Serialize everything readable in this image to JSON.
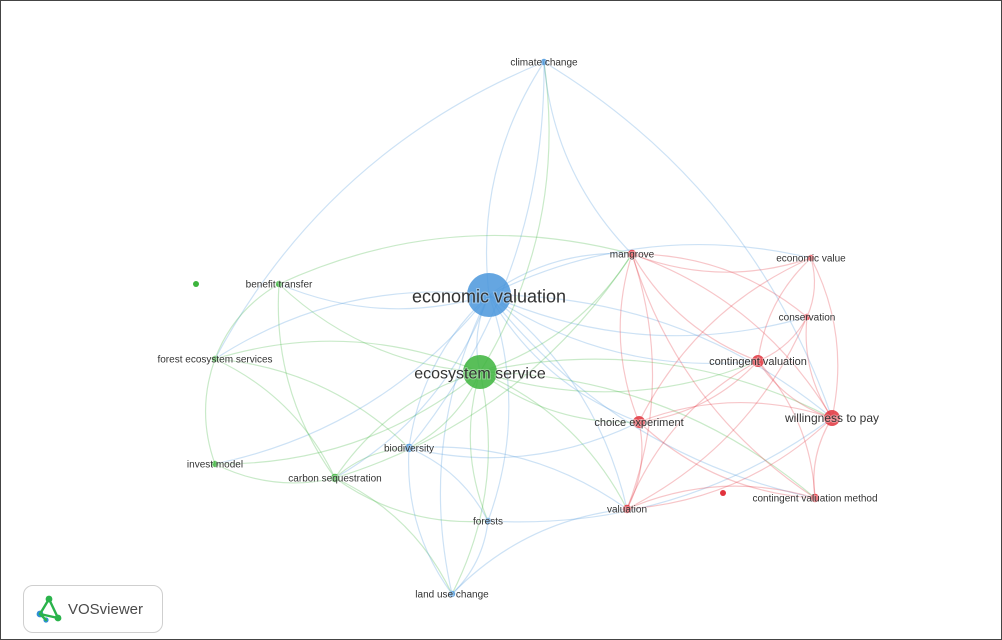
{
  "clusters": {
    "red": "#e1323c",
    "green": "#3cb43c",
    "blue": "#4a96dc"
  },
  "nodes": [
    {
      "id": "climate-change",
      "label": "climate change",
      "cluster": "blue",
      "weight": 1
    },
    {
      "id": "economic-valuation",
      "label": "economic valuation",
      "cluster": "blue",
      "weight": 10
    },
    {
      "id": "ecosystem-service",
      "label": "ecosystem service",
      "cluster": "green",
      "weight": 8
    },
    {
      "id": "benefit-transfer",
      "label": "benefit transfer",
      "cluster": "green",
      "weight": 1
    },
    {
      "id": "forest-ecosystem-services",
      "label": "forest ecosystem services",
      "cluster": "green",
      "weight": 1
    },
    {
      "id": "invest-model",
      "label": "invest model",
      "cluster": "green",
      "weight": 1
    },
    {
      "id": "carbon-sequestration",
      "label": "carbon sequestration",
      "cluster": "green",
      "weight": 1.5
    },
    {
      "id": "biodiversity",
      "label": "biodiversity",
      "cluster": "blue",
      "weight": 1.5
    },
    {
      "id": "forests",
      "label": "forests",
      "cluster": "blue",
      "weight": 1
    },
    {
      "id": "land-use-change",
      "label": "land use change",
      "cluster": "blue",
      "weight": 1
    },
    {
      "id": "mangrove",
      "label": "mangrove",
      "cluster": "red",
      "weight": 1.5
    },
    {
      "id": "economic-value",
      "label": "economic value",
      "cluster": "red",
      "weight": 1
    },
    {
      "id": "conservation",
      "label": "conservation",
      "cluster": "red",
      "weight": 1
    },
    {
      "id": "contingent-valuation",
      "label": "contingent valuation",
      "cluster": "red",
      "weight": 2
    },
    {
      "id": "willingness-to-pay",
      "label": "willingness to pay",
      "cluster": "red",
      "weight": 3
    },
    {
      "id": "choice-experiment",
      "label": "choice experiment",
      "cluster": "red",
      "weight": 2
    },
    {
      "id": "valuation",
      "label": "valuation",
      "cluster": "red",
      "weight": 1.5
    },
    {
      "id": "contingent-valuation-method",
      "label": "contingent valuation method",
      "cluster": "red",
      "weight": 1.5
    }
  ],
  "links": [
    [
      "economic-valuation",
      "climate-change"
    ],
    [
      "economic-valuation",
      "ecosystem-service"
    ],
    [
      "economic-valuation",
      "benefit-transfer"
    ],
    [
      "economic-valuation",
      "forest-ecosystem-services"
    ],
    [
      "economic-valuation",
      "carbon-sequestration"
    ],
    [
      "economic-valuation",
      "biodiversity"
    ],
    [
      "economic-valuation",
      "forests"
    ],
    [
      "economic-valuation",
      "land-use-change"
    ],
    [
      "economic-valuation",
      "mangrove"
    ],
    [
      "economic-valuation",
      "contingent-valuation"
    ],
    [
      "economic-valuation",
      "willingness-to-pay"
    ],
    [
      "economic-valuation",
      "choice-experiment"
    ],
    [
      "economic-valuation",
      "valuation"
    ],
    [
      "economic-valuation",
      "contingent-valuation-method"
    ],
    [
      "economic-valuation",
      "economic-value"
    ],
    [
      "economic-valuation",
      "conservation"
    ],
    [
      "economic-valuation",
      "invest-model"
    ],
    [
      "ecosystem-service",
      "climate-change"
    ],
    [
      "ecosystem-service",
      "benefit-transfer"
    ],
    [
      "ecosystem-service",
      "forest-ecosystem-services"
    ],
    [
      "ecosystem-service",
      "invest-model"
    ],
    [
      "ecosystem-service",
      "carbon-sequestration"
    ],
    [
      "ecosystem-service",
      "biodiversity"
    ],
    [
      "ecosystem-service",
      "forests"
    ],
    [
      "ecosystem-service",
      "land-use-change"
    ],
    [
      "ecosystem-service",
      "mangrove"
    ],
    [
      "ecosystem-service",
      "willingness-to-pay"
    ],
    [
      "ecosystem-service",
      "choice-experiment"
    ],
    [
      "ecosystem-service",
      "valuation"
    ],
    [
      "ecosystem-service",
      "contingent-valuation"
    ],
    [
      "ecosystem-service",
      "contingent-valuation-method"
    ],
    [
      "climate-change",
      "mangrove"
    ],
    [
      "climate-change",
      "biodiversity"
    ],
    [
      "climate-change",
      "forest-ecosystem-services"
    ],
    [
      "climate-change",
      "willingness-to-pay"
    ],
    [
      "benefit-transfer",
      "forest-ecosystem-services"
    ],
    [
      "benefit-transfer",
      "mangrove"
    ],
    [
      "benefit-transfer",
      "carbon-sequestration"
    ],
    [
      "forest-ecosystem-services",
      "carbon-sequestration"
    ],
    [
      "forest-ecosystem-services",
      "invest-model"
    ],
    [
      "forest-ecosystem-services",
      "biodiversity"
    ],
    [
      "invest-model",
      "carbon-sequestration"
    ],
    [
      "carbon-sequestration",
      "biodiversity"
    ],
    [
      "carbon-sequestration",
      "forests"
    ],
    [
      "carbon-sequestration",
      "land-use-change"
    ],
    [
      "carbon-sequestration",
      "mangrove"
    ],
    [
      "biodiversity",
      "forests"
    ],
    [
      "biodiversity",
      "land-use-change"
    ],
    [
      "biodiversity",
      "valuation"
    ],
    [
      "biodiversity",
      "choice-experiment"
    ],
    [
      "forests",
      "land-use-change"
    ],
    [
      "forests",
      "willingness-to-pay"
    ],
    [
      "land-use-change",
      "valuation"
    ],
    [
      "mangrove",
      "economic-value"
    ],
    [
      "mangrove",
      "conservation"
    ],
    [
      "mangrove",
      "contingent-valuation"
    ],
    [
      "mangrove",
      "willingness-to-pay"
    ],
    [
      "mangrove",
      "choice-experiment"
    ],
    [
      "mangrove",
      "valuation"
    ],
    [
      "mangrove",
      "contingent-valuation-method"
    ],
    [
      "economic-value",
      "conservation"
    ],
    [
      "economic-value",
      "contingent-valuation"
    ],
    [
      "economic-value",
      "willingness-to-pay"
    ],
    [
      "economic-value",
      "choice-experiment"
    ],
    [
      "conservation",
      "contingent-valuation"
    ],
    [
      "conservation",
      "willingness-to-pay"
    ],
    [
      "conservation",
      "valuation"
    ],
    [
      "contingent-valuation",
      "willingness-to-pay"
    ],
    [
      "contingent-valuation",
      "choice-experiment"
    ],
    [
      "contingent-valuation",
      "valuation"
    ],
    [
      "contingent-valuation",
      "contingent-valuation-method"
    ],
    [
      "willingness-to-pay",
      "choice-experiment"
    ],
    [
      "willingness-to-pay",
      "valuation"
    ],
    [
      "willingness-to-pay",
      "contingent-valuation-method"
    ],
    [
      "choice-experiment",
      "valuation"
    ],
    [
      "choice-experiment",
      "contingent-valuation-method"
    ],
    [
      "valuation",
      "contingent-valuation-method"
    ]
  ],
  "badge": {
    "name": "VOSviewer",
    "icon": "vosviewer-logo-icon"
  }
}
